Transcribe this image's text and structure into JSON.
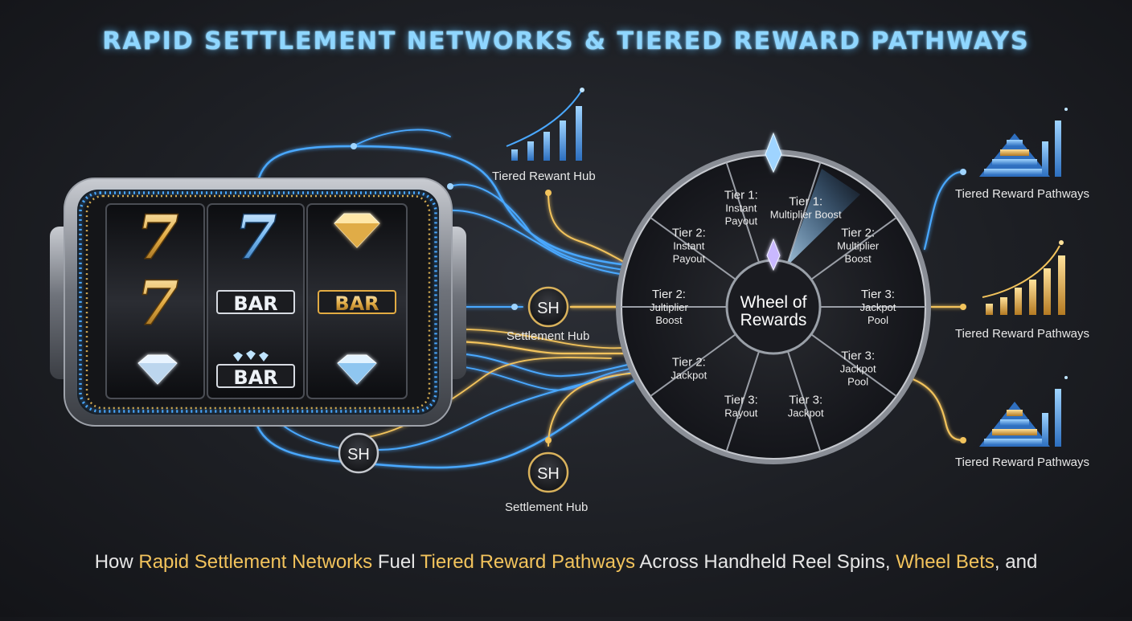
{
  "title": "RAPID SETTLEMENT NETWORKS & TIERED REWARD PATHWAYS",
  "caption": {
    "p1": "How ",
    "h1": "Rapid Settlement Networks",
    "p2": " Fuel ",
    "h2": "Tiered Reward Pathways",
    "p3": " Across Handheld Reel Spins, ",
    "h3": "Wheel Bets",
    "p4": ", and"
  },
  "slot": {
    "reels": [
      [
        "seven-gold",
        "seven-gold",
        "diamond-white"
      ],
      [
        "seven-blue",
        "bar-white",
        "bar-diamond"
      ],
      [
        "diamond-gold",
        "bar-gold",
        "diamond-blue"
      ]
    ],
    "bar_text": "BAR",
    "seven_text": "7"
  },
  "hubs": {
    "badge": "SH",
    "top_label": "Tiered Rewant Hub",
    "mid_label": "Settlement Hub",
    "bottom_label": "Settlement Hub"
  },
  "wheel": {
    "center_line1": "Wheel of",
    "center_line2": "Rewards",
    "segments": [
      {
        "line1": "Tier 1:",
        "line2": "Multiplier Boost",
        "line3": ""
      },
      {
        "line1": "Tier 2:",
        "line2": "Multiplier",
        "line3": "Boost"
      },
      {
        "line1": "Tier 3:",
        "line2": "Jackpot",
        "line3": "Pool"
      },
      {
        "line1": "Tier 3:",
        "line2": "Jackpot",
        "line3": "Pool"
      },
      {
        "line1": "Tier 3:",
        "line2": "Jackpot",
        "line3": ""
      },
      {
        "line1": "Tier 3:",
        "line2": "Rayout",
        "line3": ""
      },
      {
        "line1": "Tier 2:",
        "line2": "Jackpot",
        "line3": ""
      },
      {
        "line1": "Tier 2:",
        "line2": "Jultiplier",
        "line3": "Boost"
      },
      {
        "line1": "Tier 2:",
        "line2": "Instant",
        "line3": "Payout"
      },
      {
        "line1": "Tier 1:",
        "line2": "Instant",
        "line3": "Payout"
      }
    ]
  },
  "pathways": [
    {
      "label": "Tiered Reward Pathways",
      "icon": "pyramid-chart-icon"
    },
    {
      "label": "Tiered Reward Pathways",
      "icon": "bar-growth-icon"
    },
    {
      "label": "Tiered Reward Pathways",
      "icon": "pyramid-chart-icon"
    }
  ],
  "colors": {
    "blue": "#4aa8ff",
    "gold": "#f2c35c",
    "title": "#8fd6ff"
  }
}
